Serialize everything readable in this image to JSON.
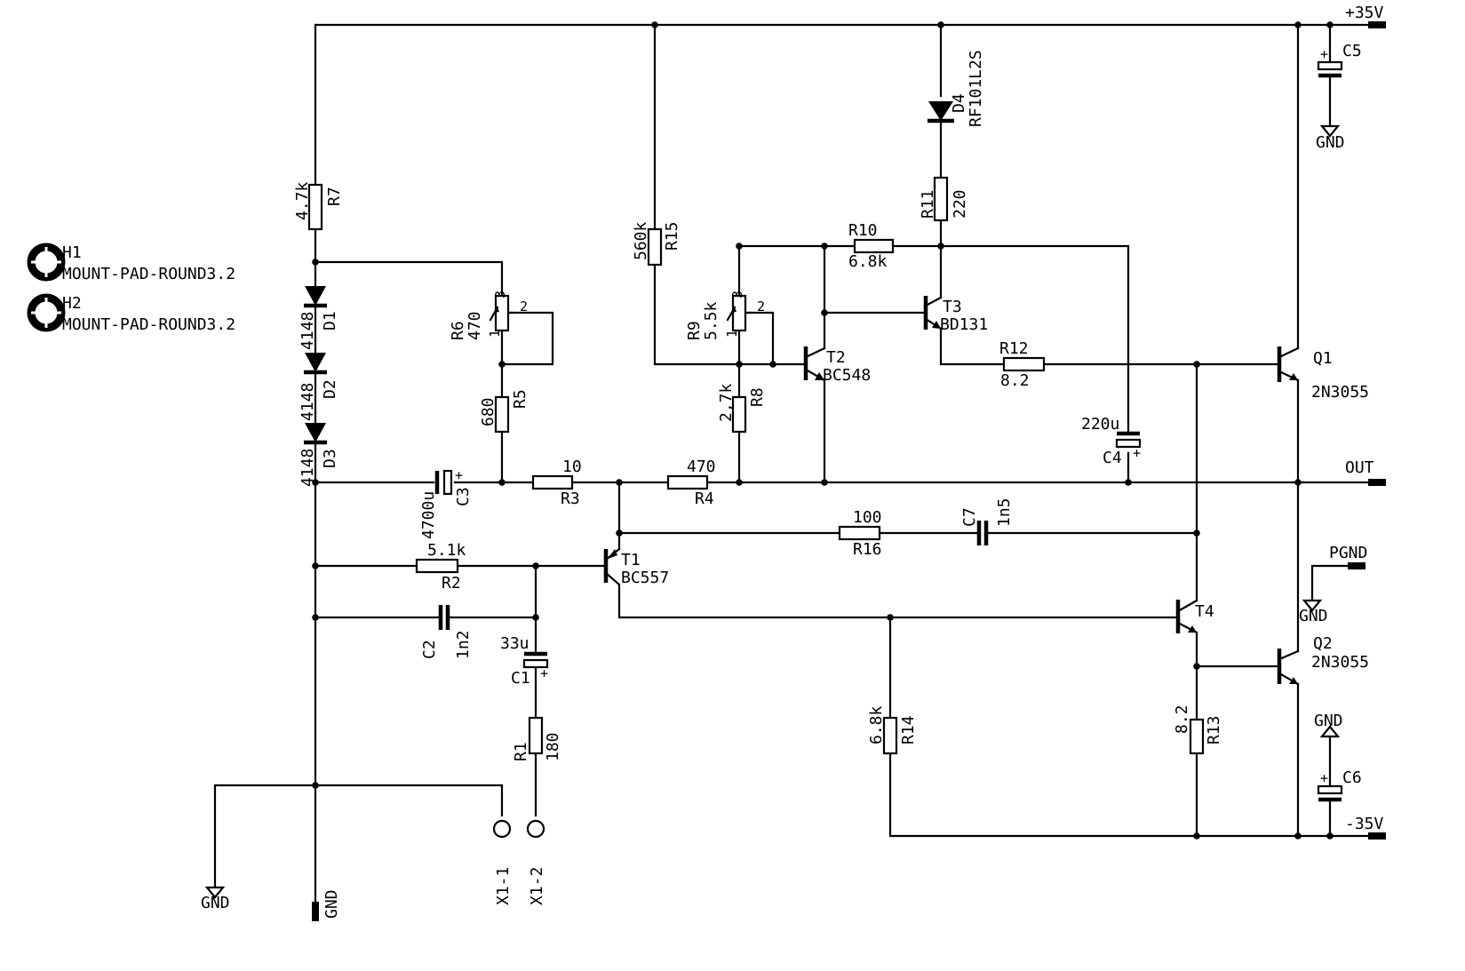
{
  "nets": {
    "vpos": "+35V",
    "vneg": "-35V",
    "out": "OUT",
    "pgnd": "PGND",
    "gnd": "GND"
  },
  "mounting": [
    {
      "ref": "H1",
      "value": "MOUNT-PAD-ROUND3.2"
    },
    {
      "ref": "H2",
      "value": "MOUNT-PAD-ROUND3.2"
    }
  ],
  "resistors": {
    "R1": {
      "ref": "R1",
      "value": "180"
    },
    "R2": {
      "ref": "R2",
      "value": "5.1k"
    },
    "R3": {
      "ref": "R3",
      "value": "10"
    },
    "R4": {
      "ref": "R4",
      "value": "470"
    },
    "R5": {
      "ref": "R5",
      "value": "680"
    },
    "R7": {
      "ref": "R7",
      "value": "4.7k"
    },
    "R8": {
      "ref": "R8",
      "value": "2,7k"
    },
    "R10": {
      "ref": "R10",
      "value": "6.8k"
    },
    "R11": {
      "ref": "R11",
      "value": "220"
    },
    "R12": {
      "ref": "R12",
      "value": "8.2"
    },
    "R13": {
      "ref": "R13",
      "value": "8.2"
    },
    "R14": {
      "ref": "R14",
      "value": "6.8k"
    },
    "R15": {
      "ref": "R15",
      "value": "560k"
    },
    "R16": {
      "ref": "R16",
      "value": "100"
    }
  },
  "pots": {
    "R6": {
      "ref": "R6",
      "value": "470",
      "pin1": "1",
      "pin2": "2",
      "pin3": "3"
    },
    "R9": {
      "ref": "R9",
      "value": "5.5k",
      "pin1": "1",
      "pin2": "2",
      "pin3": "3"
    }
  },
  "capacitors": {
    "C1": {
      "ref": "C1",
      "value": "33u"
    },
    "C2": {
      "ref": "C2",
      "value": "1n2"
    },
    "C3": {
      "ref": "C3",
      "value": "4700u"
    },
    "C4": {
      "ref": "C4",
      "value": "220u"
    },
    "C5": {
      "ref": "C5",
      "value": ""
    },
    "C6": {
      "ref": "C6",
      "value": ""
    },
    "C7": {
      "ref": "C7",
      "value": "1n5"
    }
  },
  "diodes": {
    "D1": {
      "ref": "D1",
      "value": "4148"
    },
    "D2": {
      "ref": "D2",
      "value": "4148"
    },
    "D3": {
      "ref": "D3",
      "value": "4148"
    },
    "D4": {
      "ref": "D4",
      "value": "RF101L2S"
    }
  },
  "transistors": {
    "T1": {
      "ref": "T1",
      "value": "BC557"
    },
    "T2": {
      "ref": "T2",
      "value": "BC548"
    },
    "T3": {
      "ref": "T3",
      "value": "BD131"
    },
    "T4": {
      "ref": "T4",
      "value": ""
    },
    "Q1": {
      "ref": "Q1",
      "value": "2N3055"
    },
    "Q2": {
      "ref": "Q2",
      "value": "2N3055"
    }
  },
  "connector": {
    "pin1": "X1-1",
    "pin2": "X1-2"
  },
  "plus_sign": "+"
}
